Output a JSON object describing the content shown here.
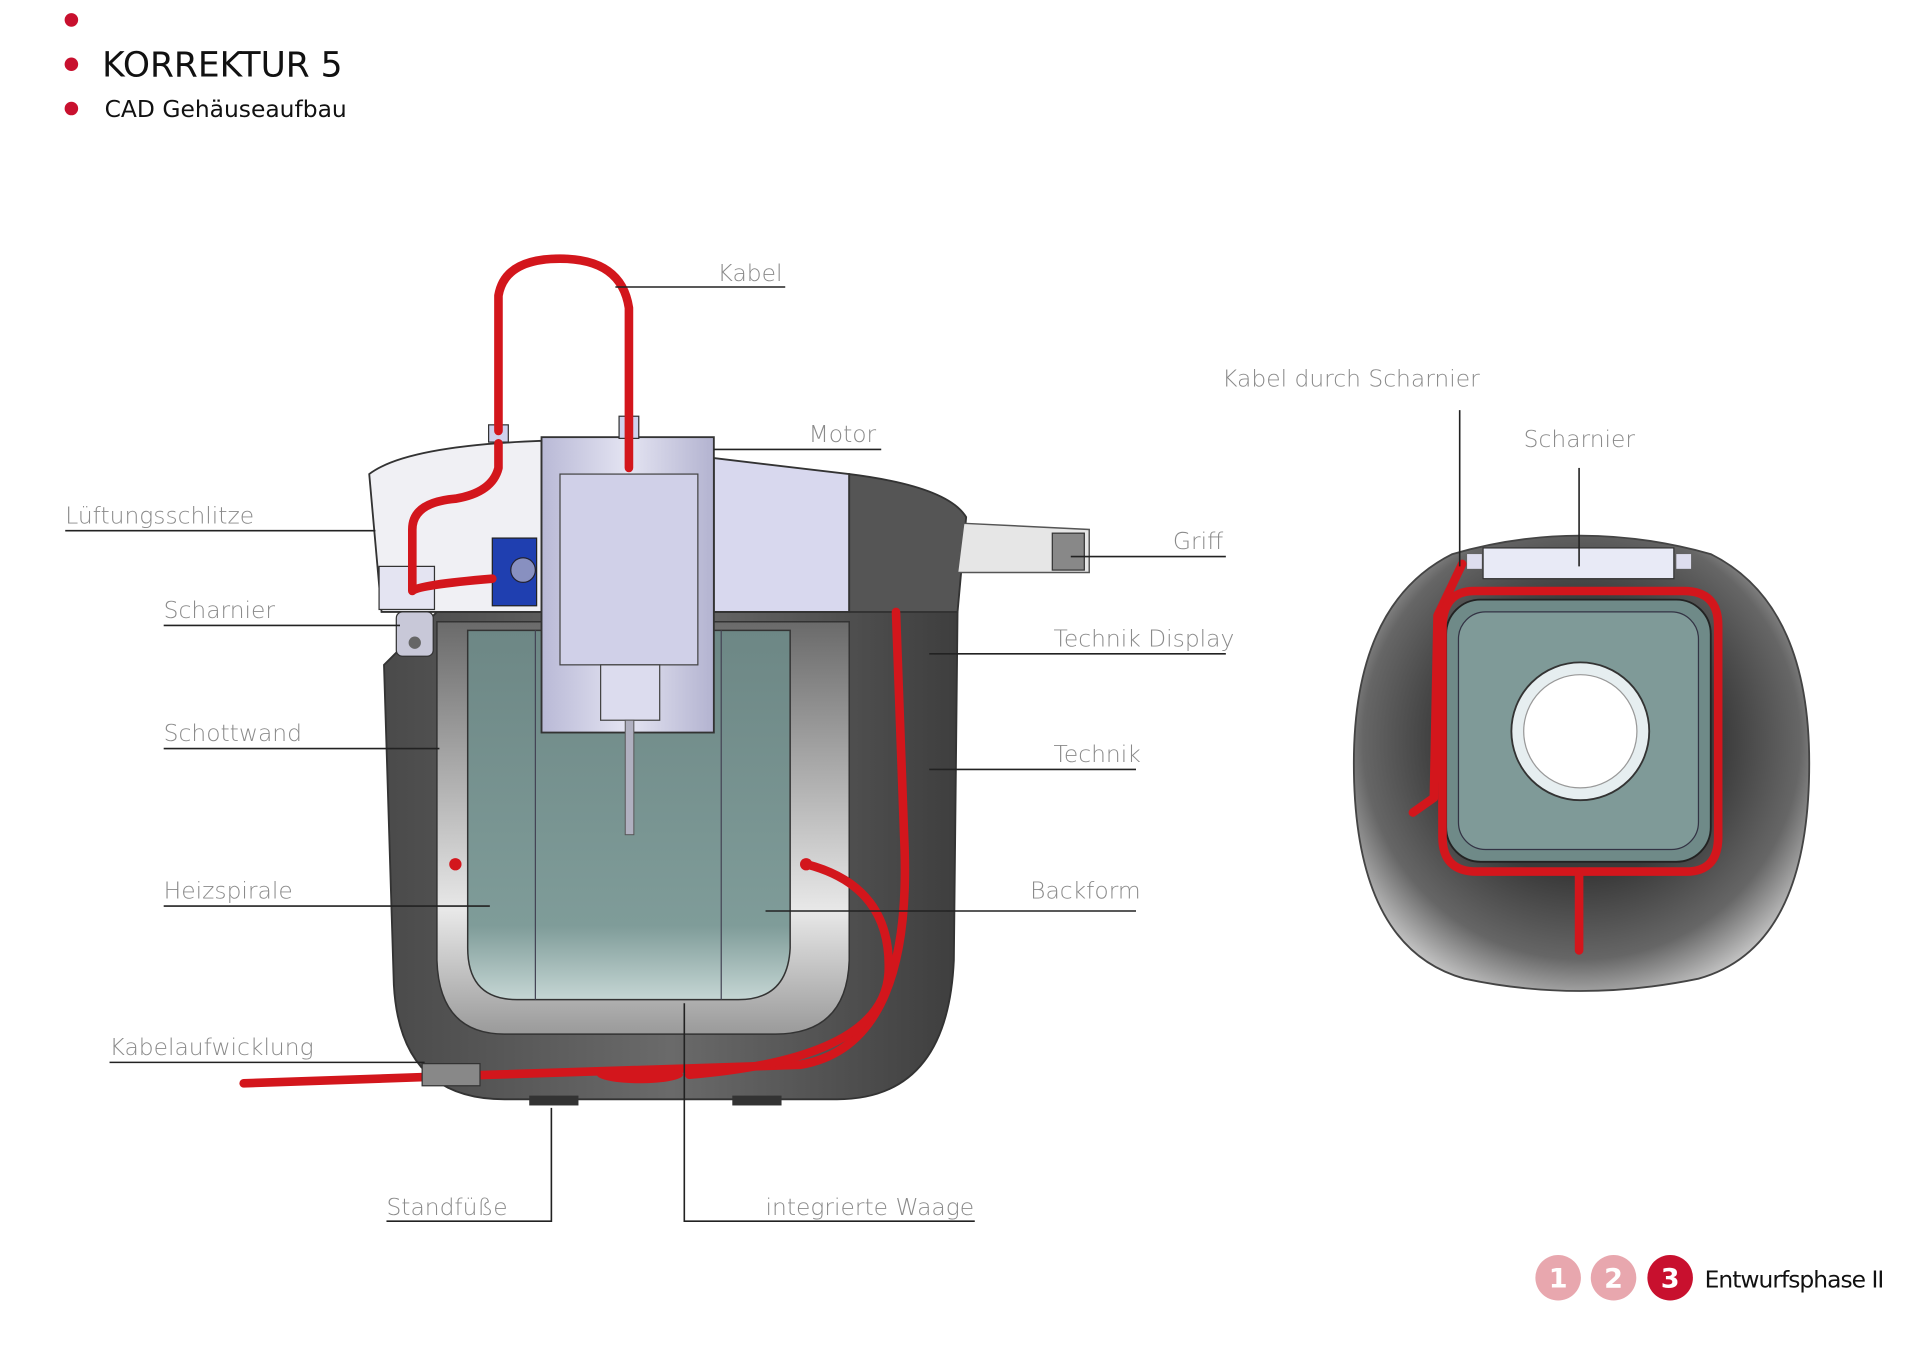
{
  "header": {
    "title": "KORREKTUR 5",
    "subtitle": "CAD Gehäuseaufbau"
  },
  "side_view_labels": {
    "kabel": "Kabel",
    "motor": "Motor",
    "lueftungsschlitze": "Lüftungsschlitze",
    "scharnier": "Scharnier",
    "griff": "Griff",
    "technik_display": "Technik Display",
    "schottwand": "Schottwand",
    "technik": "Technik",
    "heizspirale": "Heizspirale",
    "backform": "Backform",
    "kabelaufwicklung": "Kabelaufwicklung",
    "standfuesse": "Standfüße",
    "integrierte_waage": "integrierte Waage"
  },
  "top_view_labels": {
    "kabel_durch_scharnier": "Kabel durch Scharnier",
    "scharnier": "Scharnier"
  },
  "footer": {
    "steps": [
      "1",
      "2",
      "3"
    ],
    "active_step": 3,
    "phase_label": "Entwurfsphase II"
  },
  "colors": {
    "accent": "#c8102e",
    "inactive_step": "#e8a7ae",
    "cable": "#d3161c",
    "body": "#5e5e5e",
    "bakeform": "#6f8a88"
  }
}
